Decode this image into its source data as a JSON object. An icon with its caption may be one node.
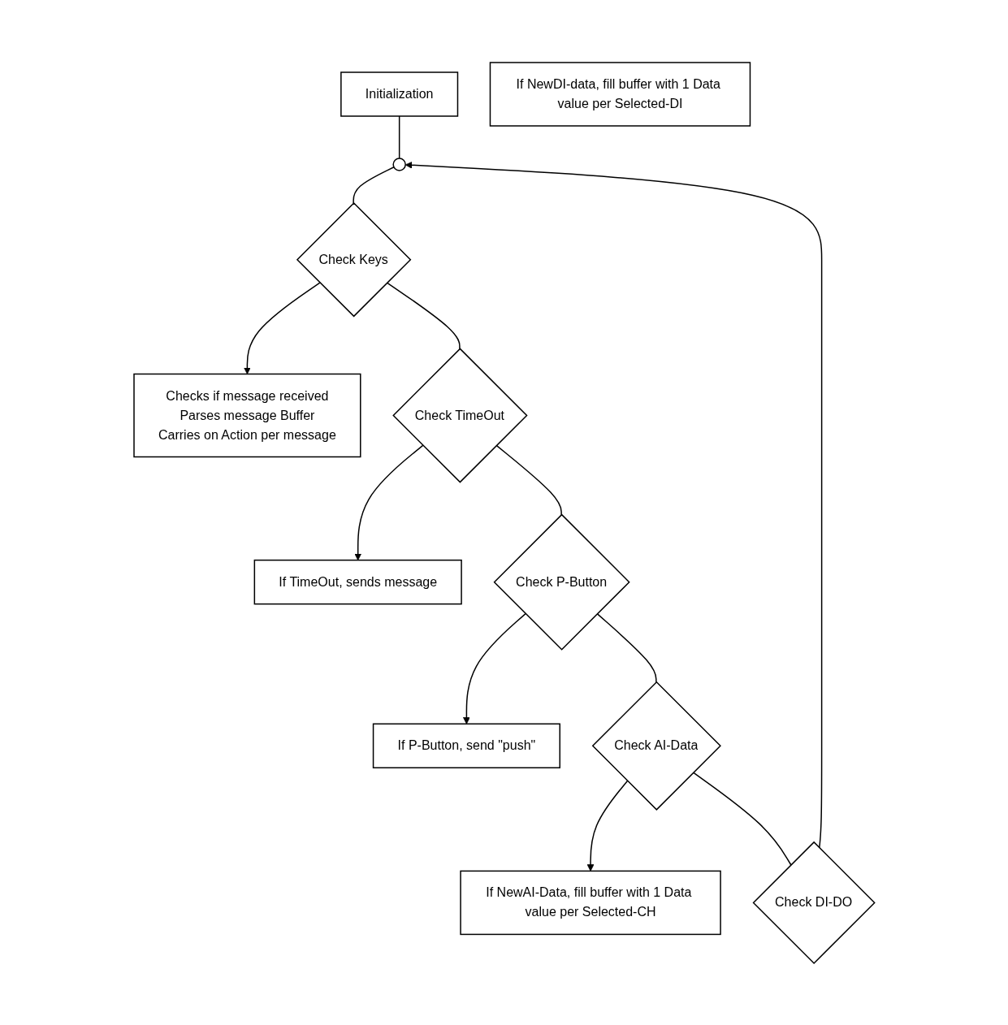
{
  "diagram": {
    "nodes": [
      {
        "text": [
          "Initialization"
        ]
      },
      {
        "text": [],
        "shape": "circle"
      },
      {
        "text": [
          "Check Keys"
        ]
      },
      {
        "text": [
          "Checks if message received",
          "Parses message Buffer",
          "Carries on Action per message"
        ]
      },
      {
        "text": [
          "Check TimeOut"
        ]
      },
      {
        "text": [
          "If TimeOut, sends message"
        ]
      },
      {
        "text": [
          "Check P-Button"
        ]
      },
      {
        "text": [
          "If P-Button, send \"push\""
        ]
      },
      {
        "text": [
          "Check AI-Data"
        ]
      },
      {
        "text": [
          "If NewAI-Data, fill buffer with 1 Data value per Selected-CH"
        ]
      },
      {
        "text": [
          "Check DI-DO"
        ]
      },
      {
        "text": [
          "If NewDI-data, fill buffer with 1 Data value per Selected-DI"
        ]
      }
    ],
    "edges": [
      {
        "from": 0,
        "to": 1,
        "arrow": "none"
      },
      {
        "from": 1,
        "to": 2,
        "arrow": "none"
      },
      {
        "from": 2,
        "to": 3,
        "arrow": "to"
      },
      {
        "from": 2,
        "to": 4,
        "arrow": "none"
      },
      {
        "from": 4,
        "to": 5,
        "arrow": "to"
      },
      {
        "from": 4,
        "to": 6,
        "arrow": "none"
      },
      {
        "from": 6,
        "to": 7,
        "arrow": "to"
      },
      {
        "from": 6,
        "to": 8,
        "arrow": "none"
      },
      {
        "from": 8,
        "to": 9,
        "arrow": "to"
      },
      {
        "from": 8,
        "to": 10,
        "arrow": "none"
      },
      {
        "from": 10,
        "to": 1,
        "arrow": "to"
      }
    ]
  }
}
